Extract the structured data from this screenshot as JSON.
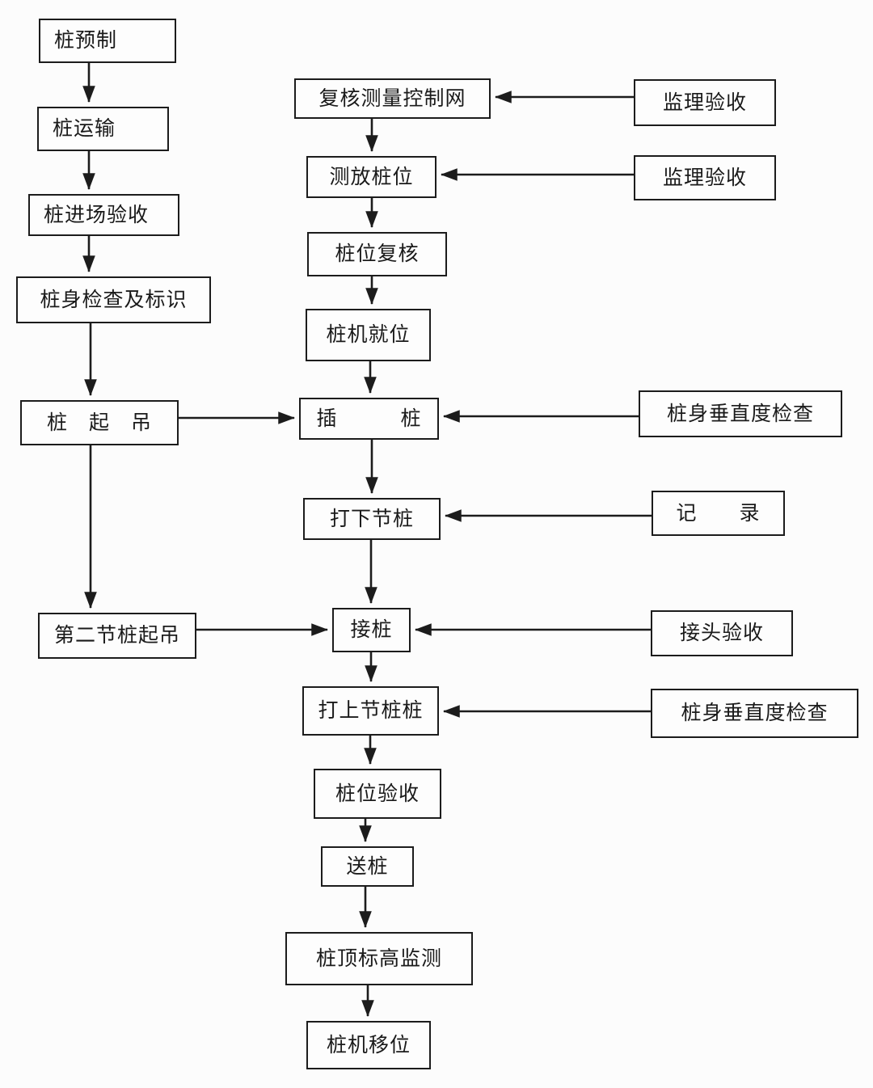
{
  "diagram": {
    "type": "flowchart",
    "background_color": "#fcfcfc",
    "line_color": "#1c1c1c",
    "box_fill": "#fdfdfd"
  },
  "nodes": {
    "pile_prefab": "桩预制",
    "pile_transport": "桩运输",
    "pile_site_acceptance": "桩进场验收",
    "pile_inspection_marking": "桩身检查及标识",
    "pile_hoisting": "桩　起　吊",
    "second_pile_hoisting": "第二节桩起吊",
    "review_control_network": "复核测量控制网",
    "set_pile_positions": "测放桩位",
    "pile_position_review": "桩位复核",
    "pile_machine_in_place": "桩机就位",
    "insert_pile": "插　　　桩",
    "drive_lower_pile": "打下节桩",
    "joint_pile": "接桩",
    "drive_upper_pile": "打上节桩桩",
    "pile_position_acceptance": "桩位验收",
    "send_pile": "送桩",
    "pile_top_elevation_monitoring": "桩顶标高监测",
    "pile_machine_relocation": "桩机移位",
    "supervision_acceptance_1": "监理验收",
    "supervision_acceptance_2": "监理验收",
    "verticality_check_1": "桩身垂直度检查",
    "record": "记　　录",
    "joint_acceptance": "接头验收",
    "verticality_check_2": "桩身垂直度检查"
  },
  "edges": [
    {
      "from": "pile_prefab",
      "to": "pile_transport"
    },
    {
      "from": "pile_transport",
      "to": "pile_site_acceptance"
    },
    {
      "from": "pile_site_acceptance",
      "to": "pile_inspection_marking"
    },
    {
      "from": "pile_inspection_marking",
      "to": "pile_hoisting"
    },
    {
      "from": "pile_hoisting",
      "to": "second_pile_hoisting"
    },
    {
      "from": "pile_hoisting",
      "to": "insert_pile"
    },
    {
      "from": "second_pile_hoisting",
      "to": "joint_pile"
    },
    {
      "from": "review_control_network",
      "to": "set_pile_positions"
    },
    {
      "from": "set_pile_positions",
      "to": "pile_position_review"
    },
    {
      "from": "pile_position_review",
      "to": "pile_machine_in_place"
    },
    {
      "from": "pile_machine_in_place",
      "to": "insert_pile"
    },
    {
      "from": "insert_pile",
      "to": "drive_lower_pile"
    },
    {
      "from": "drive_lower_pile",
      "to": "joint_pile"
    },
    {
      "from": "joint_pile",
      "to": "drive_upper_pile"
    },
    {
      "from": "drive_upper_pile",
      "to": "pile_position_acceptance"
    },
    {
      "from": "pile_position_acceptance",
      "to": "send_pile"
    },
    {
      "from": "send_pile",
      "to": "pile_top_elevation_monitoring"
    },
    {
      "from": "pile_top_elevation_monitoring",
      "to": "pile_machine_relocation"
    },
    {
      "from": "supervision_acceptance_1",
      "to": "review_control_network"
    },
    {
      "from": "supervision_acceptance_2",
      "to": "set_pile_positions"
    },
    {
      "from": "verticality_check_1",
      "to": "insert_pile"
    },
    {
      "from": "record",
      "to": "drive_lower_pile"
    },
    {
      "from": "joint_acceptance",
      "to": "joint_pile"
    },
    {
      "from": "verticality_check_2",
      "to": "drive_upper_pile"
    }
  ]
}
